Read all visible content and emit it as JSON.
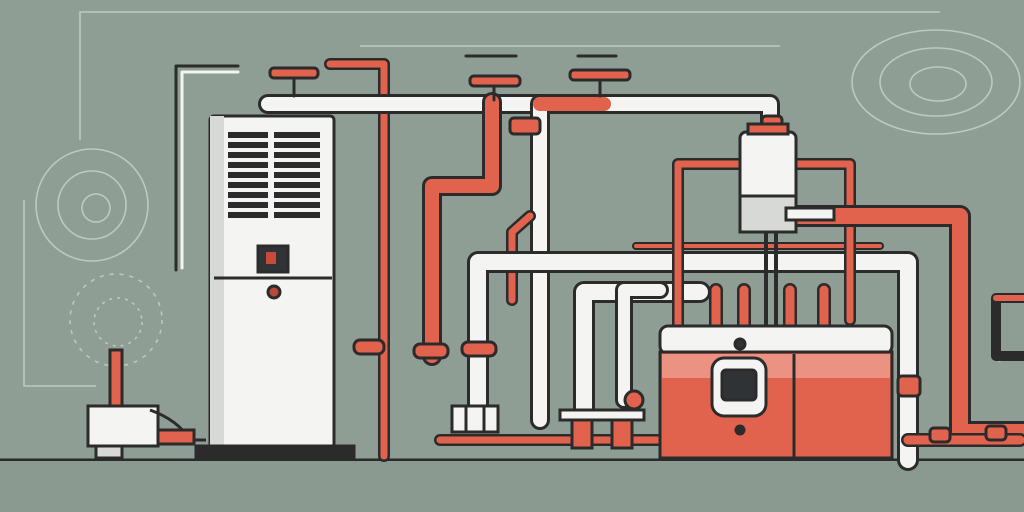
{
  "colors": {
    "background": "#8e9e94",
    "outline": "#2b2b2b",
    "white": "#f4f4f2",
    "white_shade": "#d7d9d6",
    "copper": "#e2634d",
    "copper_dark": "#b84a38",
    "faint_line": "#c7d0cb",
    "floor": "#7f8f86",
    "display": "#2f3336",
    "indicator": "#c94a3a"
  },
  "icons": {
    "furnace": "furnace-unit",
    "boiler": "boiler-tank",
    "water_heater": "water-heater",
    "valve": "valve-handle",
    "gauge": "pressure-gauge"
  }
}
